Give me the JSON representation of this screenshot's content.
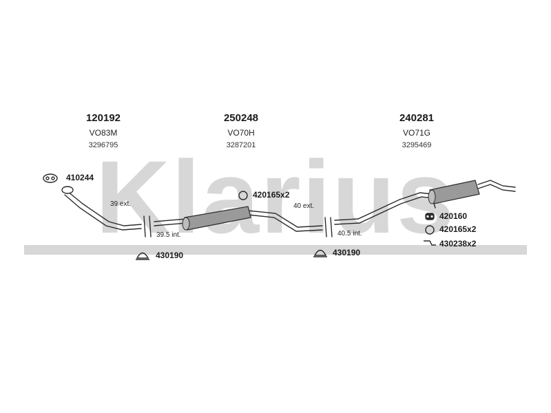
{
  "watermark": "Klarius",
  "parts": [
    {
      "number": "120192",
      "code": "VO83M",
      "oem": "3296795"
    },
    {
      "number": "250248",
      "code": "VO70H",
      "oem": "3287201"
    },
    {
      "number": "240281",
      "code": "VO71G",
      "oem": "3295469"
    }
  ],
  "accessories": {
    "flange_gasket": "410244",
    "ring_mid": "420165x2",
    "clamp_left": "430190",
    "clamp_right": "430190",
    "hanger_rear": "420160",
    "ring_rear": "420165x2",
    "bracket_rear": "430238x2"
  },
  "joints": {
    "j1_ext": "39 ext.",
    "j1_int": "39.5 int.",
    "j2_ext": "40 ext.",
    "j2_int": "40.5 int."
  },
  "colors": {
    "watermark": "#d7d7d7",
    "pipe": "#2a2a2a",
    "muffler_fill": "#9a9a9a"
  }
}
